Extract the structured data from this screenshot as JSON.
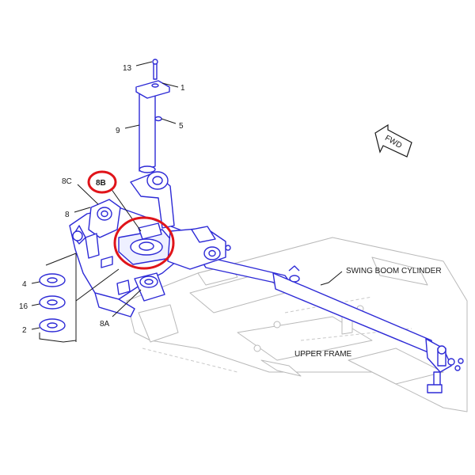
{
  "callouts": {
    "c13": "13",
    "c1": "1",
    "c9": "9",
    "c5": "5",
    "c8C": "8C",
    "c8B": "8B",
    "c8": "8",
    "c4": "4",
    "c16": "16",
    "c2": "2",
    "c8A": "8A"
  },
  "labels": {
    "fwd": "FWD",
    "swing_boom_cylinder": "SWING BOOM CYLINDER",
    "upper_frame": "UPPER FRAME"
  },
  "colors": {
    "part_outline": "#2d2ad6",
    "highlight": "#e0141a",
    "frame_outline": "#b9b9b9"
  }
}
